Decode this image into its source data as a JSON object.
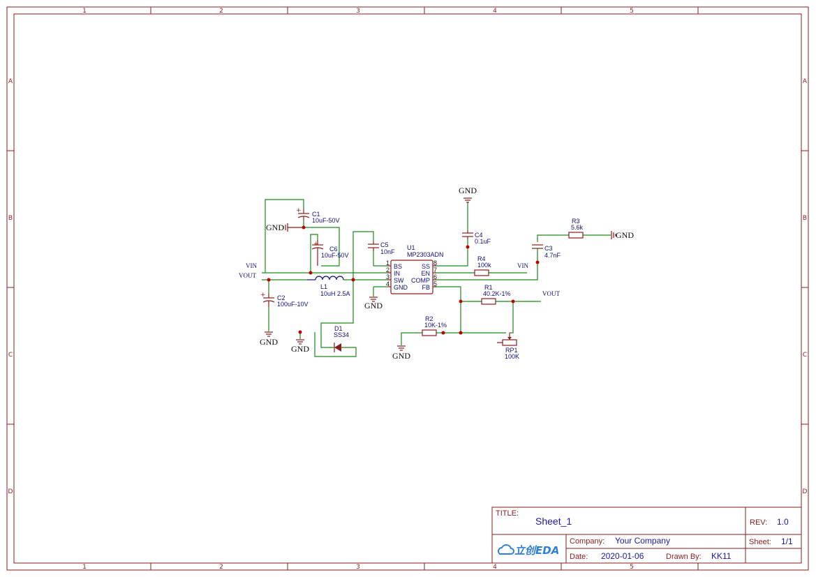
{
  "frame": {
    "columns": [
      "1",
      "2",
      "3",
      "4",
      "5"
    ],
    "rows": [
      "A",
      "B",
      "C",
      "D"
    ]
  },
  "components": {
    "c1": {
      "ref": "C1",
      "value": "10uF-50V"
    },
    "c6": {
      "ref": "C6",
      "value": "10uF-50V"
    },
    "c2": {
      "ref": "C2",
      "value": "100uF-10V"
    },
    "c5": {
      "ref": "C5",
      "value": "10nF"
    },
    "c4": {
      "ref": "C4",
      "value": "0.1uF"
    },
    "c3": {
      "ref": "C3",
      "value": "4.7nF"
    },
    "l1": {
      "ref": "L1",
      "value": "10uH 2.5A"
    },
    "d1": {
      "ref": "D1",
      "value": "SS34"
    },
    "r4": {
      "ref": "R4",
      "value": "100k"
    },
    "r3": {
      "ref": "R3",
      "value": "5.6k"
    },
    "r1": {
      "ref": "R1",
      "value": "40.2K-1%"
    },
    "r2": {
      "ref": "R2",
      "value": "10K-1%"
    },
    "rp1": {
      "ref": "RP1",
      "value": "100K"
    },
    "u1": {
      "ref": "U1",
      "value": "MP2303ADN",
      "pins_left": [
        {
          "num": "1",
          "name": "BS"
        },
        {
          "num": "2",
          "name": "IN"
        },
        {
          "num": "3",
          "name": "SW"
        },
        {
          "num": "4",
          "name": "GND"
        }
      ],
      "pins_right": [
        {
          "num": "8",
          "name": "SS"
        },
        {
          "num": "7",
          "name": "EN"
        },
        {
          "num": "6",
          "name": "COMP"
        },
        {
          "num": "5",
          "name": "FB"
        }
      ]
    }
  },
  "nets": {
    "vin_left": "VIN",
    "vout_left": "VOUT",
    "vin_right": "VIN",
    "vout_right": "VOUT",
    "gnd": "GND"
  },
  "title_block": {
    "title_label": "TITLE:",
    "title": "Sheet_1",
    "rev_label": "REV:",
    "rev": "1.0",
    "company_label": "Company:",
    "company": "Your Company",
    "sheet_label": "Sheet:",
    "sheet": "1/1",
    "date_label": "Date:",
    "date": "2020-01-06",
    "drawn_label": "Drawn By:",
    "drawn_by": "KK11",
    "logo_text": "立创EDA"
  },
  "colors": {
    "frame": "#8a1c1c",
    "wire": "#1a8a1a",
    "junction": "#c00000",
    "label": "#10107a",
    "logo": "#2e7fd6"
  }
}
